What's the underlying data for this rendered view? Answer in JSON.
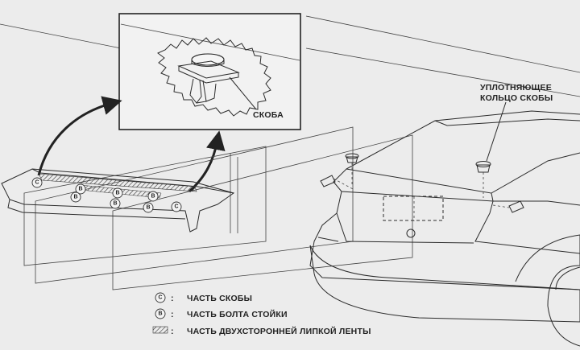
{
  "labels": {
    "clip": "СКОБА",
    "seal_line1": "УПЛОТНЯЮЩЕЕ",
    "seal_line2": "КОЛЬЦО СКОБЫ"
  },
  "symbols": {
    "clip_letter": "C",
    "bolt_letter": "B"
  },
  "legend": [
    {
      "key": "C",
      "text": "ЧАСТЬ СКОБЫ"
    },
    {
      "key": "B",
      "text": "ЧАСТЬ БОЛТА СТОЙКИ"
    },
    {
      "key": "hatch",
      "text": "ЧАСТЬ ДВУХСТОРОННЕЙ ЛИПКОЙ ЛЕНТЫ"
    }
  ],
  "legend_separator": ":"
}
